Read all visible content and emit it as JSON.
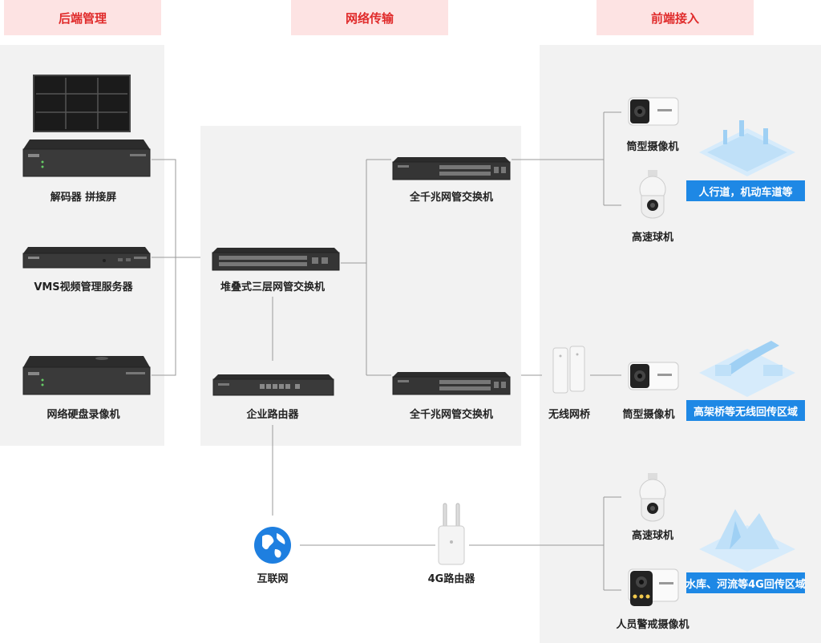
{
  "headers": {
    "backend": "后端管理",
    "network": "网络传输",
    "frontend": "前端接入"
  },
  "devices": {
    "decoder": "解码器 拼接屏",
    "vms": "VMS视频管理服务器",
    "nvr": "网络硬盘录像机",
    "stack_switch": "堆叠式三层网管交换机",
    "ent_router": "企业路由器",
    "gig_switch_top": "全千兆网管交换机",
    "gig_switch_bottom": "全千兆网管交换机",
    "bullet_cam_1": "筒型摄像机",
    "dome_cam_1": "高速球机",
    "wireless_bridge": "无线网桥",
    "bullet_cam_2": "筒型摄像机",
    "dome_cam_2": "高速球机",
    "alarm_cam": "人员警戒摄像机",
    "internet": "互联网",
    "router_4g": "4G路由器"
  },
  "badges": {
    "road": "人行道，机动车道等",
    "bridge": "高架桥等无线回传区域",
    "water": "水库、河流等4G回传区域"
  },
  "colors": {
    "header_bg": "#fde3e3",
    "header_text": "#e02b2b",
    "badge_bg": "#1e88e5",
    "panel_bg": "#f2f2f2",
    "line": "#999999"
  },
  "icons": {
    "internet": "globe-icon",
    "bullet": "bullet-camera-icon",
    "dome": "dome-camera-icon"
  }
}
